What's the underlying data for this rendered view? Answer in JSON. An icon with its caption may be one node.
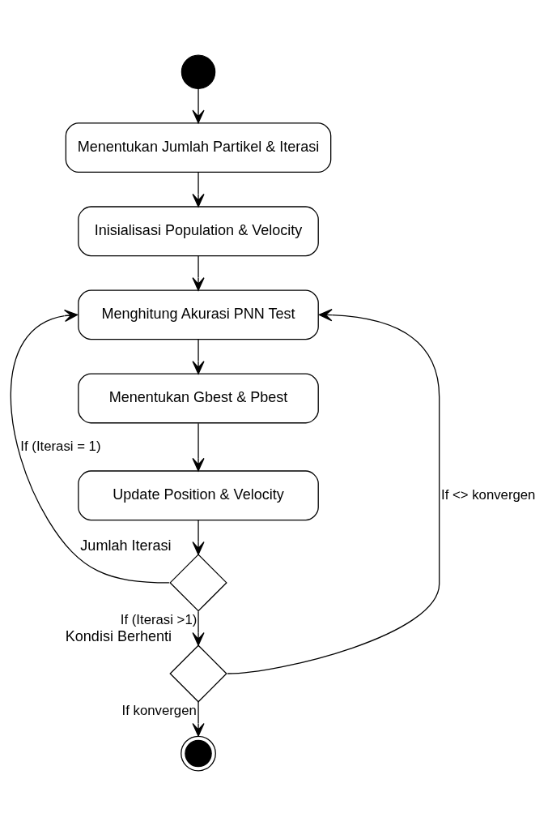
{
  "diagram": {
    "nodes": [
      {
        "text": [],
        "shape": "circle"
      },
      {
        "text": [
          "Menentukan Jumlah Partikel & Iterasi"
        ]
      },
      {
        "text": [
          "Inisialisasi Population & Velocity"
        ]
      },
      {
        "text": [
          "Menghitung Akurasi PNN Test"
        ]
      },
      {
        "text": [
          "Menentukan Gbest & Pbest"
        ]
      },
      {
        "text": [
          "Update Position & Velocity"
        ]
      },
      {
        "text": [],
        "shape": "diamond",
        "beside": [
          "Jumlah Iterasi"
        ]
      },
      {
        "text": [],
        "shape": "diamond",
        "beside": [
          "Kondisi Berhenti"
        ]
      },
      {
        "text": [],
        "shape": "circle"
      }
    ],
    "edges": [
      {
        "from": 0,
        "to": 1,
        "arrow": "to"
      },
      {
        "from": 1,
        "to": 2,
        "arrow": "to"
      },
      {
        "from": 2,
        "to": 3,
        "arrow": "to"
      },
      {
        "from": 3,
        "to": 4,
        "arrow": "to"
      },
      {
        "from": 4,
        "to": 5,
        "arrow": "to"
      },
      {
        "from": 5,
        "to": 6,
        "arrow": "to"
      },
      {
        "from": 6,
        "to": 3,
        "arrow": "to",
        "label": "If (Iterasi = 1)"
      },
      {
        "from": 6,
        "to": 7,
        "arrow": "to",
        "label": "If (Iterasi >1)"
      },
      {
        "from": 7,
        "to": 3,
        "arrow": "to",
        "label": "If <> konvergen"
      },
      {
        "from": 7,
        "to": 8,
        "arrow": "to",
        "label": "If konvergen"
      }
    ]
  }
}
